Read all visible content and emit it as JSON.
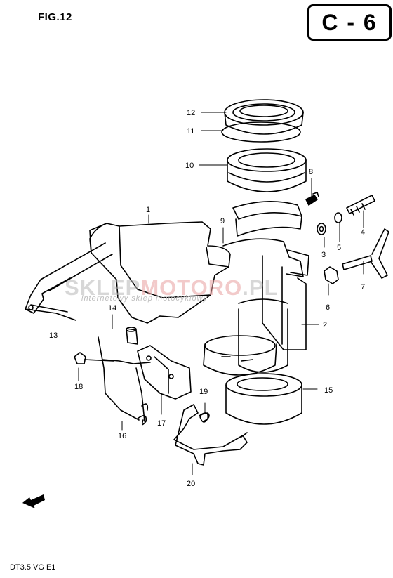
{
  "figure": {
    "title": "FIG.12",
    "section_code": "C - 6",
    "model_code": "DT3.5 VG E1"
  },
  "watermark": {
    "part_a": "SKLEP",
    "part_b": "MOTORO",
    "part_c": ".PL",
    "tagline": "internetowy sklep motocyklowy",
    "colors": {
      "grey": "#b8b8b8",
      "red": "#e8a0a0"
    }
  },
  "callouts": [
    "1",
    "2",
    "3",
    "4",
    "5",
    "6",
    "7",
    "8",
    "9",
    "10",
    "11",
    "12",
    "13",
    "14",
    "15",
    "16",
    "17",
    "18",
    "19",
    "20"
  ],
  "icons": [
    "front-direction-arrow-icon"
  ]
}
